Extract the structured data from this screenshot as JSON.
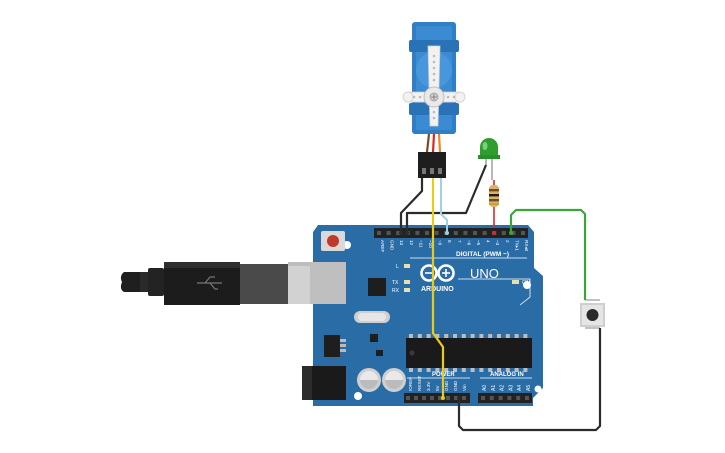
{
  "board": {
    "brand": "ARDUINO",
    "model": "UNO",
    "digital_header_label": "DIGITAL (PWM ~)",
    "analog_header_label": "ANALOG IN",
    "power_header_label": "POWER",
    "on_label": "ON",
    "led_l_label": "L",
    "led_tx_label": "TX",
    "led_rx_label": "RX",
    "digital_pins": [
      "AREF",
      "GND",
      "13",
      "12",
      "~11",
      "~10",
      "~9",
      "8",
      "7",
      "~6",
      "~5",
      "4",
      "~3",
      "2",
      "TX▸1",
      "RX◂0"
    ],
    "power_pins": [
      "IOREF",
      "RESET",
      "3.3V",
      "5V",
      "GND",
      "GND",
      "Vin"
    ],
    "analog_pins": [
      "A0",
      "A1",
      "A2",
      "A3",
      "A4",
      "A5"
    ]
  },
  "components": {
    "servo": "servo-motor",
    "led": "green-led",
    "resistor": "resistor",
    "button": "pushbutton",
    "usb": "usb-b-cable"
  },
  "colors": {
    "board": "#2a6ca6",
    "wire_black": "#2b2b2b",
    "wire_green": "#3aa63a",
    "wire_yellow": "#e8cc1c",
    "wire_red": "#d42a2a",
    "wire_blue": "#9fd0e8",
    "led": "#2f9e2f",
    "servo_body": "#2f7ec6"
  }
}
